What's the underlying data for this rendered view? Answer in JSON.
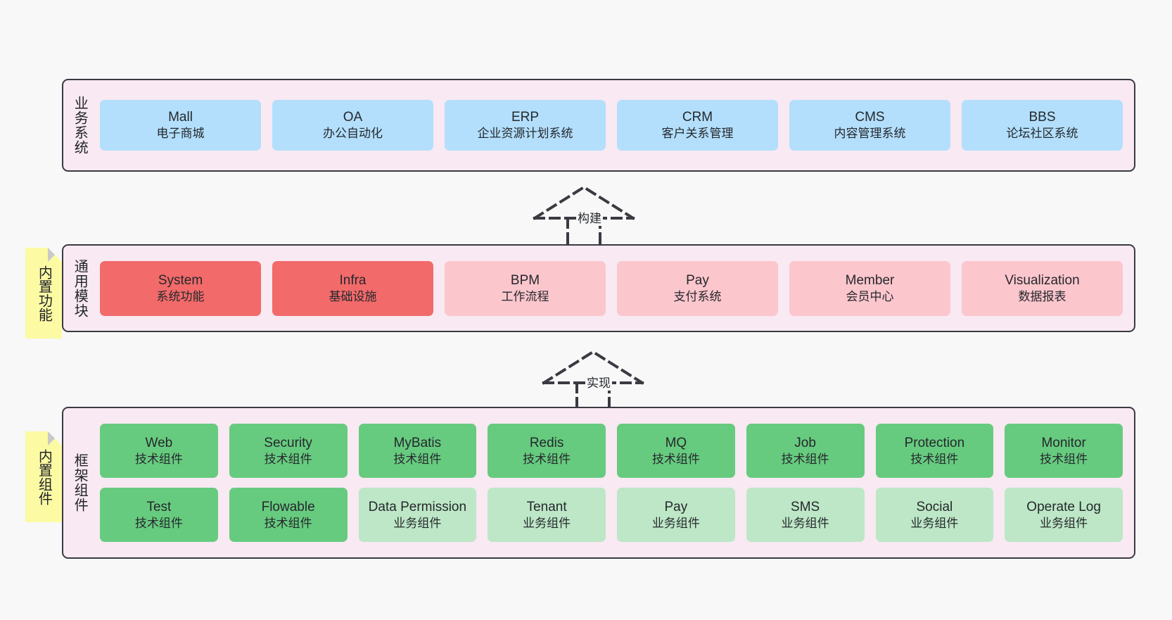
{
  "layers": [
    {
      "id": "business-system",
      "label": "业务系统",
      "rows": [
        {
          "style": "blue",
          "cells": [
            {
              "title": "Mall",
              "subtitle": "电子商城"
            },
            {
              "title": "OA",
              "subtitle": "办公自动化"
            },
            {
              "title": "ERP",
              "subtitle": "企业资源计划系统"
            },
            {
              "title": "CRM",
              "subtitle": "客户关系管理"
            },
            {
              "title": "CMS",
              "subtitle": "内容管理系统"
            },
            {
              "title": "BBS",
              "subtitle": "论坛社区系统"
            }
          ]
        }
      ]
    },
    {
      "id": "common-module",
      "label": "通用模块",
      "rows": [
        {
          "cells": [
            {
              "title": "System",
              "subtitle": "系统功能",
              "style": "red"
            },
            {
              "title": "Infra",
              "subtitle": "基础设施",
              "style": "red"
            },
            {
              "title": "BPM",
              "subtitle": "工作流程",
              "style": "pink"
            },
            {
              "title": "Pay",
              "subtitle": "支付系统",
              "style": "pink"
            },
            {
              "title": "Member",
              "subtitle": "会员中心",
              "style": "pink"
            },
            {
              "title": "Visualization",
              "subtitle": "数据报表",
              "style": "pink"
            }
          ]
        }
      ]
    },
    {
      "id": "framework-component",
      "label": "框架组件",
      "rows": [
        {
          "style": "green",
          "cells": [
            {
              "title": "Web",
              "subtitle": "技术组件"
            },
            {
              "title": "Security",
              "subtitle": "技术组件"
            },
            {
              "title": "MyBatis",
              "subtitle": "技术组件"
            },
            {
              "title": "Redis",
              "subtitle": "技术组件"
            },
            {
              "title": "MQ",
              "subtitle": "技术组件"
            },
            {
              "title": "Job",
              "subtitle": "技术组件"
            },
            {
              "title": "Protection",
              "subtitle": "技术组件"
            },
            {
              "title": "Monitor",
              "subtitle": "技术组件"
            }
          ]
        },
        {
          "cells": [
            {
              "title": "Test",
              "subtitle": "技术组件",
              "style": "green"
            },
            {
              "title": "Flowable",
              "subtitle": "技术组件",
              "style": "green"
            },
            {
              "title": "Data Permission",
              "subtitle": "业务组件",
              "style": "greenlite"
            },
            {
              "title": "Tenant",
              "subtitle": "业务组件",
              "style": "greenlite"
            },
            {
              "title": "Pay",
              "subtitle": "业务组件",
              "style": "greenlite"
            },
            {
              "title": "SMS",
              "subtitle": "业务组件",
              "style": "greenlite"
            },
            {
              "title": "Social",
              "subtitle": "业务组件",
              "style": "greenlite"
            },
            {
              "title": "Operate Log",
              "subtitle": "业务组件",
              "style": "greenlite"
            }
          ]
        }
      ]
    }
  ],
  "notes": [
    {
      "id": "builtin-function",
      "text": "内置功能"
    },
    {
      "id": "builtin-component",
      "text": "内置组件"
    }
  ],
  "arrows": [
    {
      "id": "build",
      "label": "构建"
    },
    {
      "id": "implement",
      "label": "实现"
    }
  ],
  "colors": {
    "band_background": "#f8e9f2",
    "band_border": "#3a3a42",
    "blue": "#b3dffc",
    "red": "#f26a6a",
    "pink": "#fcc6cd",
    "green": "#67cb7f",
    "green_light": "#bde7c6",
    "note": "#fcfaa3",
    "canvas": "#f8f8f8"
  }
}
